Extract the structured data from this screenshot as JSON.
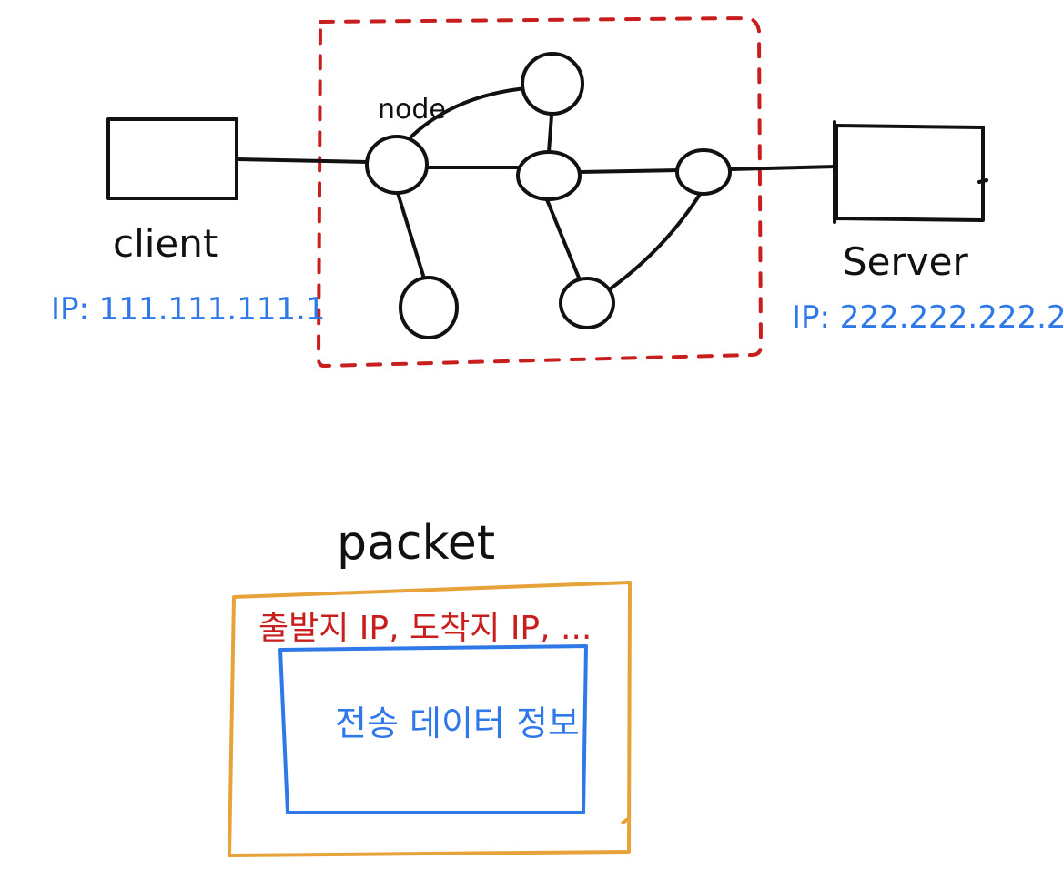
{
  "network": {
    "node_label": "node",
    "client": {
      "label": "client",
      "ip": "IP: 111.111.111.1"
    },
    "server": {
      "label": "Server",
      "ip": "IP: 222.222.222.2"
    }
  },
  "packet": {
    "title": "packet",
    "header_text": "출발지 IP, 도착지 IP, ...",
    "payload_text": "전송 데이터 정보"
  },
  "colors": {
    "ink": "#111111",
    "boundary": "#c81e1e",
    "ip_text": "#2f78e8",
    "packet_outer": "#e8a23a",
    "packet_inner": "#2f78e8",
    "header_text": "#c81e1e"
  }
}
